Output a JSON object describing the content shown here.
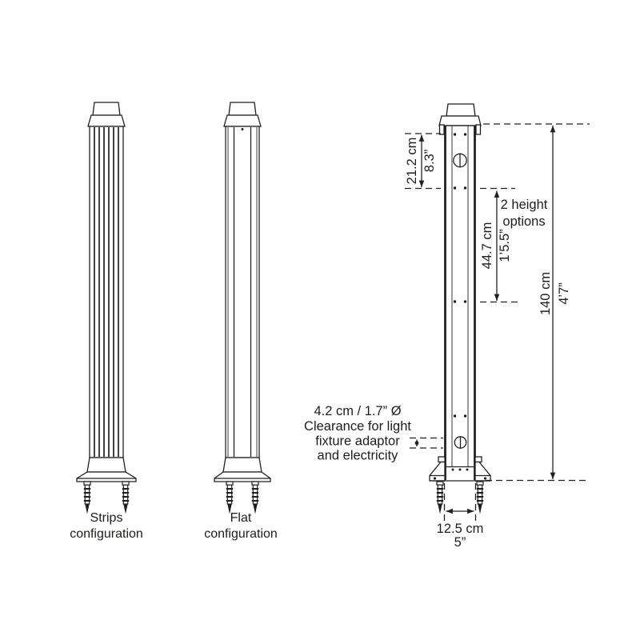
{
  "labels": {
    "strips_line1": "Strips",
    "strips_line2": "configuration",
    "flat_line1": "Flat",
    "flat_line2": "configuration"
  },
  "dimensions": {
    "upper_metric": "21.2 cm",
    "upper_imperial": "8.3”",
    "mid_metric": "44.7 cm",
    "mid_imperial": "1’5.5”",
    "total_metric": "140 cm",
    "total_imperial": "4’7”",
    "base_metric": "12.5 cm",
    "base_imperial": "5”"
  },
  "annotations": {
    "height_options_line1": "2 height",
    "height_options_line2": "options",
    "clearance_line1": "4.2 cm / 1.7” Ø",
    "clearance_line2": "Clearance for light",
    "clearance_line3": "fixture adaptor",
    "clearance_line4": "and electricity"
  },
  "colors": {
    "line": "#231f20",
    "background": "#ffffff"
  }
}
